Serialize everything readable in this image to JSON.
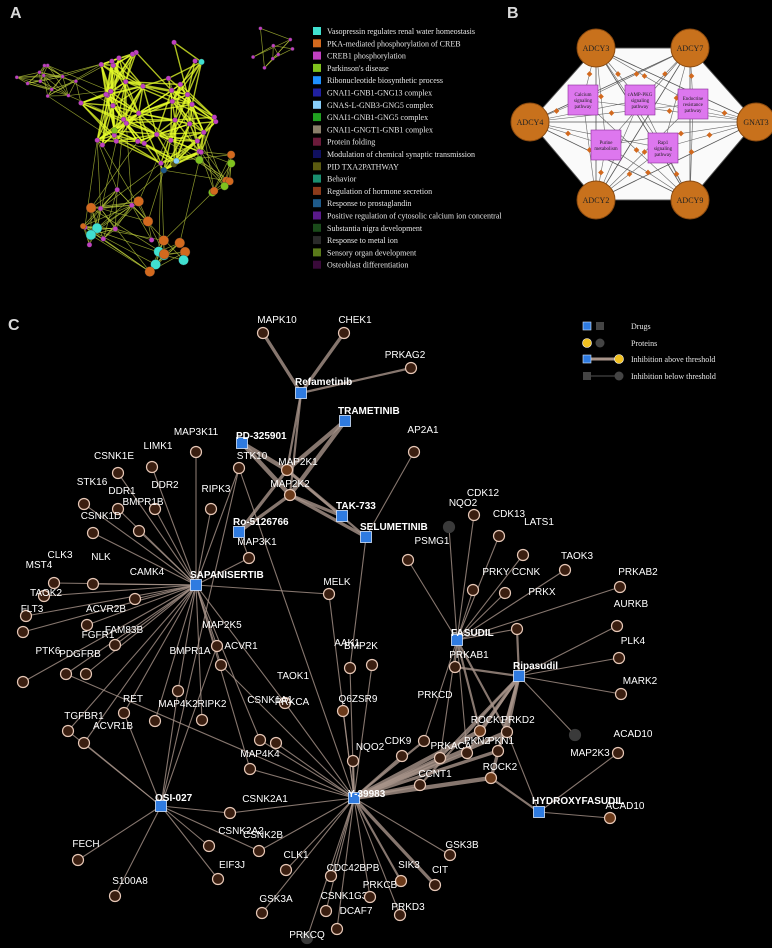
{
  "panels": {
    "a": "A",
    "b": "B",
    "c": "C"
  },
  "panel_a": {
    "legend": [
      {
        "label": "Vasopressin regulates renal water homeostasis",
        "color": "#40e0d0"
      },
      {
        "label": "PKA-mediated phosphorylation of CREB",
        "color": "#d2691e"
      },
      {
        "label": "CREB1 phosphorylation",
        "color": "#c040c0"
      },
      {
        "label": "Parkinson's disease",
        "color": "#7fc21e"
      },
      {
        "label": "Ribonucleotide biosynthetic process",
        "color": "#1e90ff"
      },
      {
        "label": "GNAI1-GNB1-GNG13 complex",
        "color": "#2020a0"
      },
      {
        "label": "GNAS-L-GNB3-GNG5 complex",
        "color": "#87cefa"
      },
      {
        "label": "GNAI1-GNB1-GNG5 complex",
        "color": "#20a020"
      },
      {
        "label": "GNAI1-GNGT1-GNB1 complex",
        "color": "#8a7f6a"
      },
      {
        "label": "Protein folding",
        "color": "#6b1a3a"
      },
      {
        "label": "Modulation of chemical synaptic transmission",
        "color": "#101060"
      },
      {
        "label": "PID TXA2PATHWAY",
        "color": "#5a5a10"
      },
      {
        "label": "Behavior",
        "color": "#1a8f70"
      },
      {
        "label": "Regulation of hormone secretion",
        "color": "#8b3a1a"
      },
      {
        "label": "Response to prostaglandin",
        "color": "#1e5a8a"
      },
      {
        "label": "Positive regulation of cytosolic calcium ion concentral",
        "color": "#5a1a8a"
      },
      {
        "label": "Substantia nigra development",
        "color": "#1a4a1a"
      },
      {
        "label": "Response to metal ion",
        "color": "#2a2a2a"
      },
      {
        "label": "Sensory organ development",
        "color": "#5a7a1a"
      },
      {
        "label": "Osteoblast differentiation",
        "color": "#3a0a3a"
      }
    ]
  },
  "panel_b": {
    "nodes": [
      "ADCY3",
      "ADCY7",
      "ADCY4",
      "GNAT3",
      "ADCY2",
      "ADCY9"
    ],
    "pathways": [
      [
        "Calcium",
        "signaling",
        "pathway"
      ],
      [
        "cAMP-PKG",
        "signaling",
        "pathway"
      ],
      [
        "Endocrine",
        "resistance",
        "pathway"
      ],
      [
        "Purine",
        "metabolism"
      ],
      [
        "Rap1",
        "signaling",
        "pathway"
      ]
    ]
  },
  "panel_c": {
    "legend": [
      "Drugs",
      "Proteins",
      "Inhibition above threshold",
      "Inhibition below threshold"
    ],
    "drugs": [
      "Refametinib",
      "TRAMETINIB",
      "PD-325901",
      "TAK-733",
      "Ro-5126766",
      "SELUMETINIB",
      "SAPANISERTIB",
      "FASUDIL",
      "Ripasudil",
      "OSI-027",
      "Y-39983",
      "HYDROXYFASUDIL"
    ],
    "proteins": [
      "MAPK10",
      "CHEK1",
      "PRKAG2",
      "MAP3K11",
      "LIMK1",
      "CSNK1E",
      "STK10",
      "AP2A1",
      "MAP2K1",
      "STK16",
      "DDR1",
      "DDR2",
      "RIPK3",
      "MAP2K2",
      "CDK12",
      "NQO2",
      "CSNK1D",
      "BMPR1B",
      "CDK13",
      "LATS1",
      "CLK3",
      "PSMG1",
      "MAP3K1",
      "MST4",
      "NLK",
      "CAMK4",
      "TAOK3",
      "PRKY",
      "CCNK",
      "PRKAB2",
      "TAOK2",
      "ACVR2B",
      "MELK",
      "PRKX",
      "FLT3",
      "FAM83B",
      "MAP2K5",
      "AURKB",
      "PTK6",
      "PDGFRB",
      "FGFR1",
      "ACVR1",
      "AAK1",
      "BMP2K",
      "PLK4",
      "BMPR1A",
      "PRKAB1",
      "TAOK1",
      "Q6ZSR9",
      "MARK2",
      "RET",
      "RIPK2",
      "CSNK1A1",
      "PRKCA",
      "PRKCD",
      "TGFBR1",
      "MAP4K2",
      "ROCK1",
      "PRKD2",
      "MAP2K3",
      "ACVR1B",
      "MAP4K4",
      "NQO2",
      "CDK9",
      "PRKACA",
      "PKN2",
      "PKN1",
      "ACAD10",
      "CCNT1",
      "ROCK2",
      "ACAD10",
      "CSNK2A1",
      "CSNK2A2",
      "CSNK2B",
      "GSK3B",
      "FECH",
      "CLK1",
      "EIF3J",
      "CDC42BPB",
      "SIK3",
      "CIT",
      "S100A8",
      "GSK3A",
      "CSNK1G3",
      "PRKCB",
      "PRKD3",
      "DCAF7",
      "PRKCQ"
    ]
  }
}
